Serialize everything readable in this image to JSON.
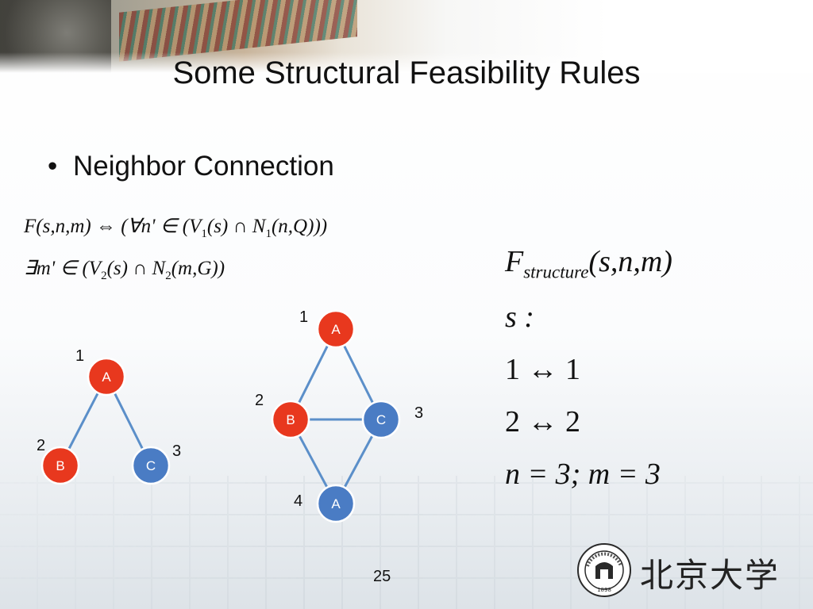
{
  "slide": {
    "title": "Some Structural Feasibility Rules",
    "bullet": "Neighbor Connection",
    "page_number": "25",
    "logo_text": "北京大学"
  },
  "formula": {
    "line1": {
      "lhs": "F(s,n,m)",
      "iff": "⇔",
      "forall": "(∀n' ∈ (V",
      "sub1": "1",
      "mid1": "(s) ∩ N",
      "sub2": "1",
      "end": "(n,Q)))"
    },
    "line2": {
      "exists": "∃m' ∈ (V",
      "sub1": "2",
      "mid1": "(s) ∩ N",
      "sub2": "2",
      "end": "(m,G))"
    }
  },
  "mapping": {
    "f_symbol": "F",
    "f_sub": "structure",
    "f_args": "(s,n,m)",
    "s_label": "s :",
    "pair1": "1 ↔ 1",
    "pair2": "2 ↔ 2",
    "counts": "n = 3; m = 3"
  },
  "graph_left": {
    "nodes": [
      {
        "id": "A",
        "num": "1",
        "color": "#e8381e"
      },
      {
        "id": "B",
        "num": "2",
        "color": "#e8381e"
      },
      {
        "id": "C",
        "num": "3",
        "color": "#4a7cc4"
      }
    ]
  },
  "graph_right": {
    "nodes": [
      {
        "id": "A",
        "num": "1",
        "color": "#e8381e"
      },
      {
        "id": "B",
        "num": "2",
        "color": "#e8381e"
      },
      {
        "id": "C",
        "num": "3",
        "color": "#4a7cc4"
      },
      {
        "id": "A",
        "num": "4",
        "color": "#4a7cc4"
      }
    ]
  },
  "colors": {
    "edge": "#5b8fc9",
    "node_border": "#ffffff"
  },
  "logo": {
    "seal_text": "PEKING UNIVERSITY",
    "seal_year": "1898"
  }
}
